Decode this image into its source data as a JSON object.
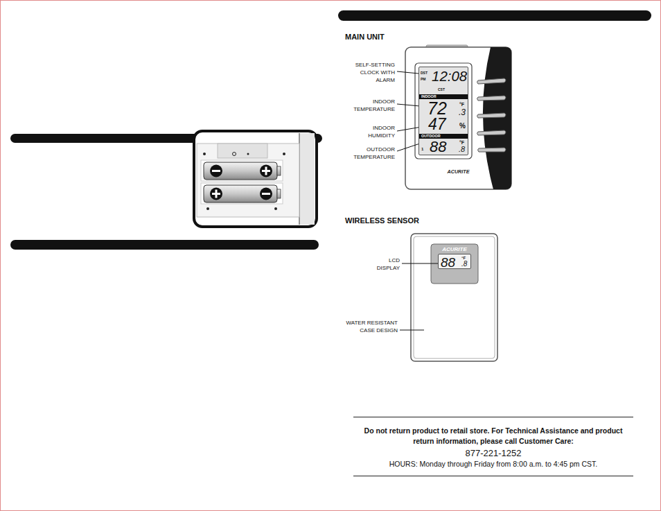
{
  "diagram": {
    "nodes": [
      {
        "text": [
          "ACURITE"
        ]
      },
      {
        "text": [
          "DST",
          "PM",
          "12:08",
          "CST",
          "INDOOR",
          "72",
          "°F",
          ".3",
          "47",
          "%",
          "OUTDOOR",
          "1",
          "88",
          "°F",
          ".8"
        ],
        "in": 0
      },
      {
        "text": [
          "ACURITE"
        ]
      },
      {
        "text": [
          "88",
          "°F",
          ".8"
        ],
        "in": 2
      },
      {
        "text": [
          "Do not return product to retail store. For Technical Assistance and product return information, please call Customer Care:",
          "877-221-1252",
          "HOURS: Monday through Friday from 8:00 a.m. to 4:45 pm CST."
        ]
      }
    ],
    "labels": [
      "MAIN UNIT",
      "SELF-SETTING CLOCK WITH ALARM",
      "INDOOR TEMPERATURE",
      "INDOOR HUMIDITY",
      "OUTDOOR TEMPERATURE",
      "WIRELESS SENSOR",
      "LCD DISPLAY",
      "WATER RESISTANT CASE DESIGN"
    ]
  }
}
